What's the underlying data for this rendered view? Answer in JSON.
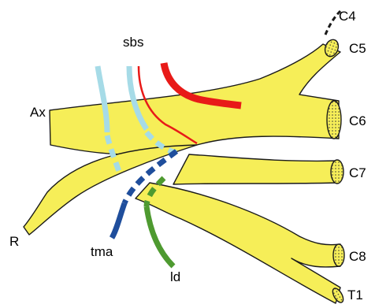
{
  "colors": {
    "nerve_fill": "#f6ee58",
    "nerve_stroke": "#1a1a1a",
    "dots": "#333333",
    "sbs": "#e81a18",
    "tma_light": "#a6dbe7",
    "tma_dark": "#1f4e9c",
    "ld": "#4e9a30"
  },
  "labels": {
    "C4": "C4",
    "C5": "C5",
    "C6": "C6",
    "C7": "C7",
    "C8": "C8",
    "T1": "T1",
    "sbs": "sbs",
    "Ax": "Ax",
    "R": "R",
    "tma": "tma",
    "ld": "ld"
  }
}
